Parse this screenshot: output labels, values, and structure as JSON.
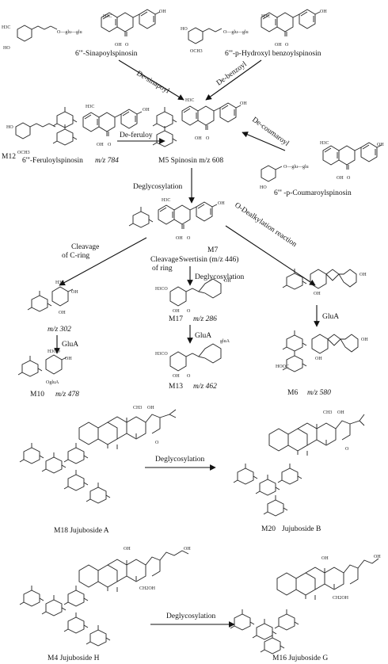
{
  "compounds": {
    "sinapoylspinosin": "6'''-Sinapoylspinosin",
    "hydroxybenzoylspinosin": "6'''-p-Hydroxyl benzoylspinosin",
    "feruloylspinosin_id": "M12",
    "feruloylspinosin": "6'''-Feruloylspinosin",
    "feruloylspinosin_mz": "m/z 784",
    "spinosin": "M5 Spinosin m/z 608",
    "coumaroylspinosin": "6''' -p-Coumaroylspinosin",
    "m7_id": "M7",
    "swertisin": "Swertisin (m/z 446)",
    "mz302": "m/z 302",
    "m17": "M17",
    "m17_mz": "m/z 286",
    "m10": "M10",
    "m10_mz": "m/z 478",
    "m13": "M13",
    "m13_mz": "m/z 462",
    "m6": "M6",
    "m6_mz": "m/z 580",
    "m18": "M18 Jujuboside A",
    "m20": "M20",
    "m20_name": "Jujuboside B",
    "m4": "M4 Jujuboside H",
    "m16": "M16 Jujuboside G"
  },
  "reactions": {
    "de_sinapoyl": "De-sinapoyl",
    "de_benzoyl": "De-benzoyl",
    "de_feruloy": "De-feruloy",
    "de_coumaroyl": "De-coumaroyl",
    "deglycosylation1": "Deglycosylation",
    "o_dealkylation": "O-Dealkylation reaction",
    "cleavage_c_ring_1": "Cleavage",
    "cleavage_c_ring_2": "of C-ring",
    "cleavage_ring_1": "Cleavage",
    "cleavage_ring_2": "of ring",
    "deglycosylation2": "Deglycosylation",
    "glua1": "GluA",
    "glua2": "GluA",
    "glua3": "GluA",
    "deglycosylation3": "Deglycosylation",
    "deglycosylation4": "Deglycosylation"
  },
  "atoms": {
    "glu": "glu",
    "oglu": "O—glu—glu",
    "h3c": "H3C",
    "ho": "HO",
    "oh": "OH",
    "o": "O",
    "och3": "OCH3",
    "ch3": "CH3",
    "h3co": "H3CO",
    "glua": "gluA",
    "oglua": "OgluA",
    "ch2oh": "CH2OH",
    "hooc": "HOOC"
  }
}
